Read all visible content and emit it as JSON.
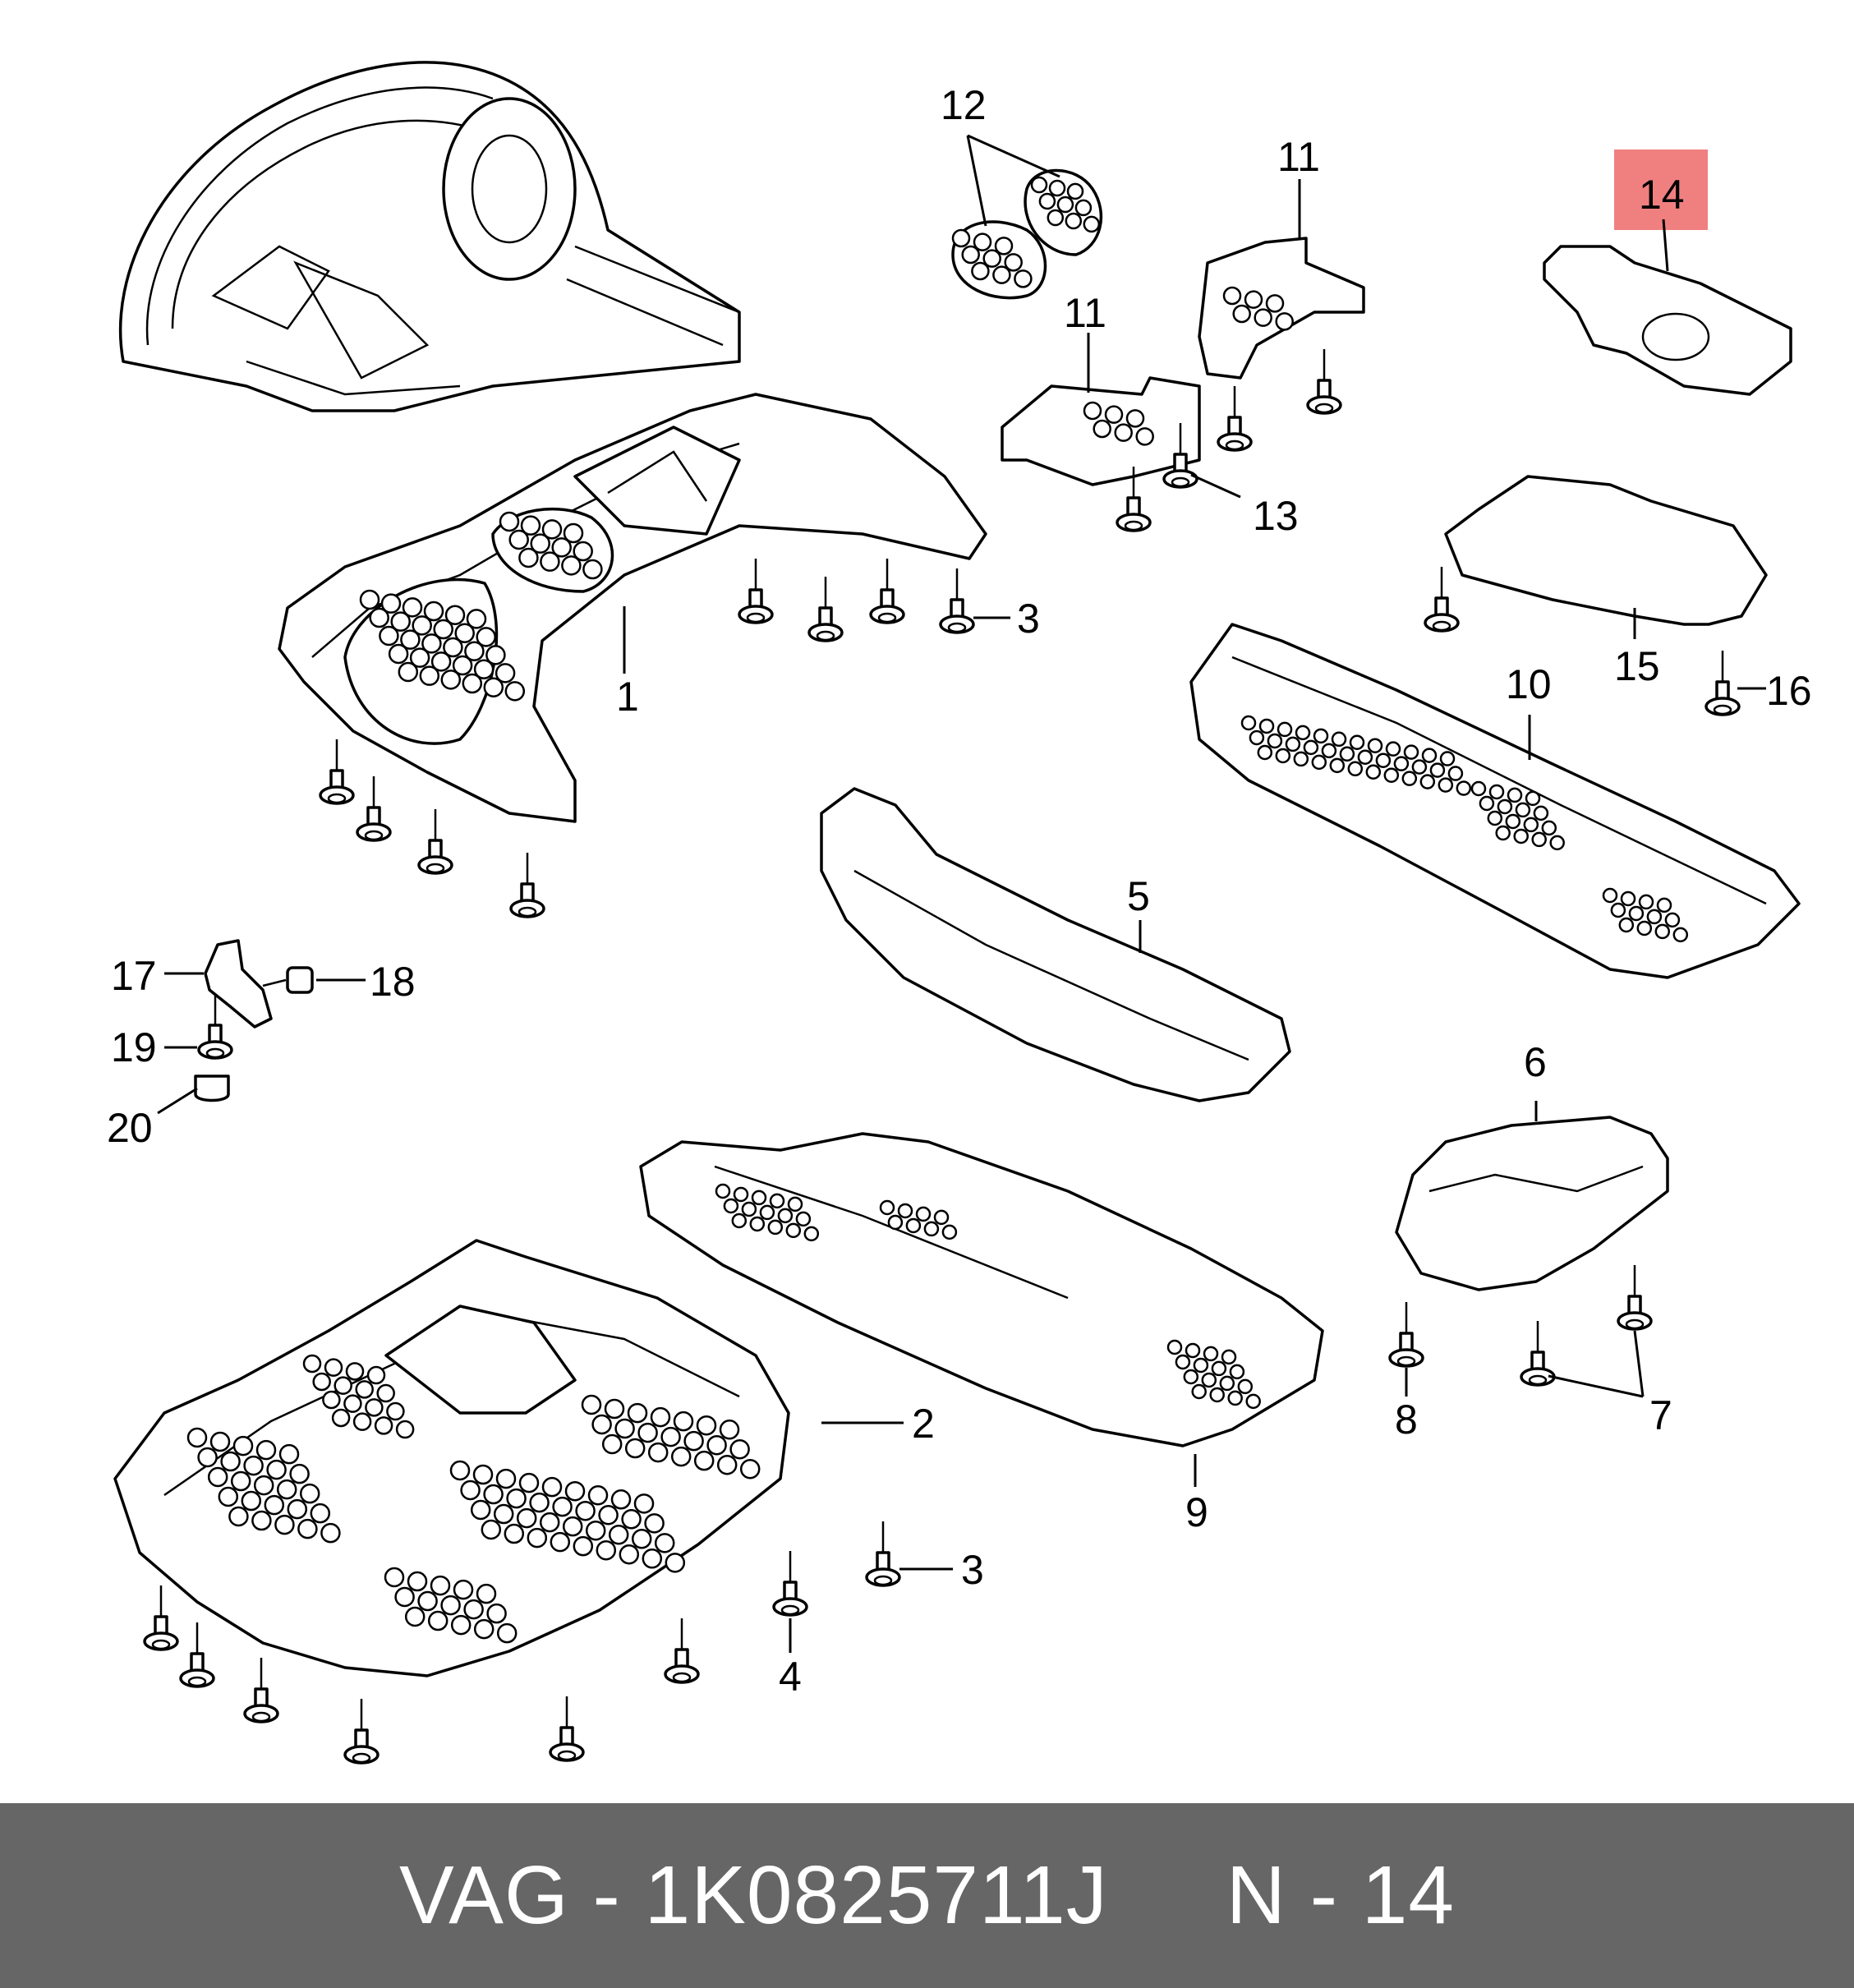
{
  "callouts": {
    "c1": "1",
    "c2": "2",
    "c3a": "3",
    "c3b": "3",
    "c4": "4",
    "c5": "5",
    "c6": "6",
    "c7": "7",
    "c8": "8",
    "c9": "9",
    "c10": "10",
    "c11a": "11",
    "c11b": "11",
    "c12": "12",
    "c13": "13",
    "c14": "14",
    "c15": "15",
    "c16": "16",
    "c17": "17",
    "c18": "18",
    "c19": "19",
    "c20": "20"
  },
  "highlight": {
    "callout": "14",
    "color": "#f08080"
  },
  "footer": {
    "text": "VAG - 1K0825711J     N - 14",
    "background": "#666666",
    "color": "#ffffff"
  }
}
